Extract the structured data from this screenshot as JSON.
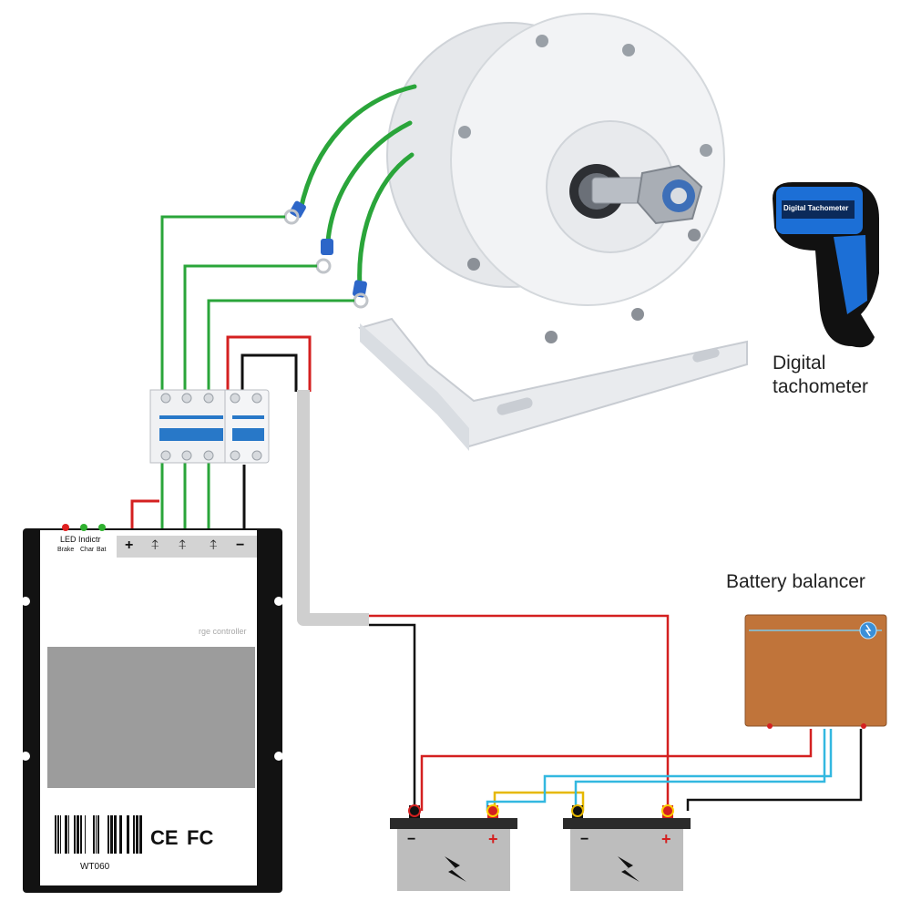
{
  "labels": {
    "tachometer_line1": "Digital",
    "tachometer_line2": "tachometer",
    "tachometer_screen": "Digital Tachometer",
    "battery_balancer": "Battery balancer"
  },
  "controller": {
    "led_title": "LED Indictr",
    "led_brake": "Brake",
    "led_char": "Char",
    "led_bat": "Bat",
    "terminal_plus": "+",
    "terminal_minus": "−",
    "subtitle_fragment": "rge controller",
    "cert_ce": "CE",
    "cert_fc": "FC",
    "model": "WT060"
  },
  "batteries": [
    {
      "neg": "−",
      "pos": "+"
    },
    {
      "neg": "−",
      "pos": "+"
    }
  ],
  "colors": {
    "wire_green": "#2aa53a",
    "wire_red": "#d42020",
    "wire_black": "#111111",
    "wire_blue": "#33b8e0",
    "wire_yellow": "#e6b800",
    "balancer_body": "#c0743a",
    "breaker_blue": "#2878c8",
    "tacho_blue": "#1c6fd6"
  }
}
